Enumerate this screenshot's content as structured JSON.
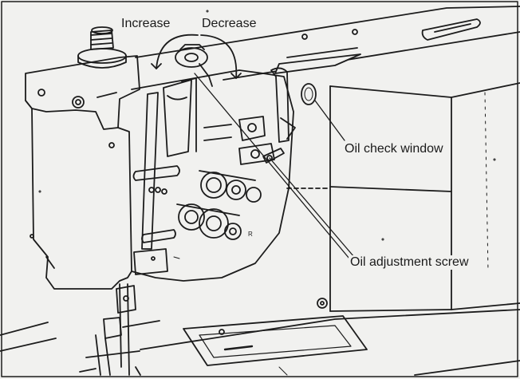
{
  "labels": {
    "increase": "Increase",
    "decrease": "Decrease",
    "oil_check_window": "Oil check window",
    "oil_adjustment_screw": "Oil adjustment screw"
  },
  "colors": {
    "line": "#1c1c1c",
    "paper": "#f1f1ef"
  }
}
